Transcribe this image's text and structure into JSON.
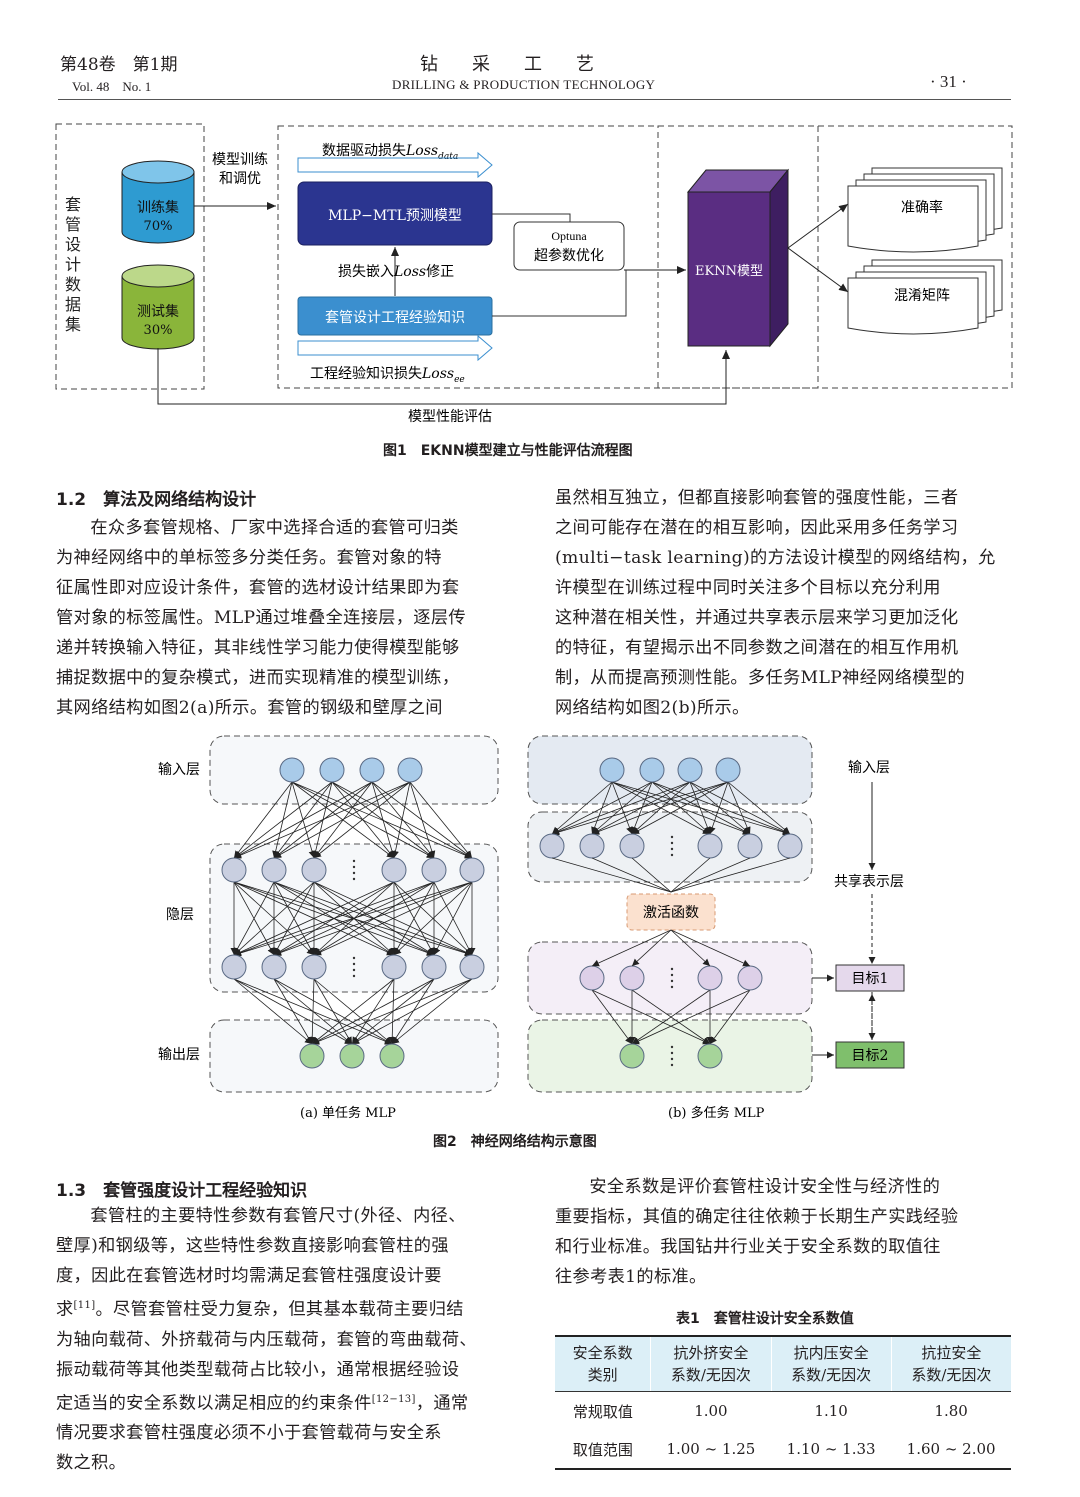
{
  "header": {
    "left_cn": "第48卷　第1期",
    "left_en": "Vol. 48　No. 1",
    "journal_cn": "钻采工艺",
    "journal_en": "DRILLING & PRODUCTION TECHNOLOGY",
    "page": "· 31 ·"
  },
  "fig1": {
    "dataset_label": "套管设计数据集",
    "train_set": "训练集",
    "train_pct": "70%",
    "test_set": "测试集",
    "test_pct": "30%",
    "train_tune_1": "模型训练",
    "train_tune_2": "和调优",
    "data_loss": "数据驱动损失",
    "loss_word": "Loss",
    "data_sub": "data",
    "mlp_model": "MLP−MTL预测模型",
    "loss_embed": "损失嵌入",
    "loss_embed_suffix": "修正",
    "knowledge": "套管设计工程经验知识",
    "ee_loss": "工程经验知识损失",
    "ee_sub": "ee",
    "optuna": "Optuna",
    "hyper_opt": "超参数优化",
    "eknn": "EKNN模型",
    "accuracy": "准确率",
    "confusion": "混淆矩阵",
    "eval": "模型性能评估",
    "caption": "图1　EKNN模型建立与性能评估流程图"
  },
  "sec12": {
    "heading": "1.2　算法及网络结构设计",
    "left_lines": [
      "在众多套管规格、厂家中选择合适的套管可归类",
      "为神经网络中的单标签多分类任务。套管对象的特",
      "征属性即对应设计条件，套管的选材设计结果即为套",
      "管对象的标签属性。MLP通过堆叠全连接层，逐层传",
      "递并转换输入特征，其非线性学习能力使得模型能够",
      "捕捉数据中的复杂模式，进而实现精准的模型训练，",
      "其网络结构如图2(a)所示。套管的钢级和壁厚之间"
    ],
    "right_lines": [
      "虽然相互独立，但都直接影响套管的强度性能，三者",
      "之间可能存在潜在的相互影响，因此采用多任务学习",
      "(multi−task learning)的方法设计模型的网络结构，允",
      "许模型在训练过程中同时关注多个目标以充分利用",
      "这种潜在相关性，并通过共享表示层来学习更加泛化",
      "的特征，有望揭示出不同参数之间潜在的相互作用机",
      "制，从而提高预测性能。多任务MLP神经网络模型的",
      "网络结构如图2(b)所示。"
    ]
  },
  "fig2": {
    "input_layer": "输入层",
    "hidden_layer": "隐层",
    "output_layer": "输出层",
    "input_layer_b": "输入层",
    "shared_layer": "共享表示层",
    "activation": "激活函数",
    "target1": "目标1",
    "target2": "目标2",
    "sub_a": "(a) 单任务 MLP",
    "sub_b": "(b) 多任务 MLP",
    "caption": "图2　神经网络结构示意图"
  },
  "sec13": {
    "heading": "1.3　套管强度设计工程经验知识",
    "left_lines": [
      "套管柱的主要特性参数有套管尺寸(外径、内径、",
      "壁厚)和钢级等，这些特性参数直接影响套管柱的强",
      "度，因此在套管选材时均需满足套管柱强度设计要"
    ],
    "ref1_pre": "求",
    "ref1": "[11]",
    "ref1_post": "。尽管套管柱受力复杂，但其基本载荷主要归结",
    "left_lines2": [
      "为轴向载荷、外挤载荷与内压载荷，套管的弯曲载荷、",
      "振动载荷等其他类型载荷占比较小，通常根据经验设"
    ],
    "ref2_pre": "定适当的安全系数以满足相应的约束条件",
    "ref2": "[12−13]",
    "ref2_post": "，通常",
    "left_lines3": [
      "情况要求套管柱强度必须不小于套管载荷与安全系",
      "数之积。"
    ],
    "right_lines": [
      "安全系数是评价套管柱设计安全性与经济性的",
      "重要指标，其值的确定往往依赖于长期生产实践经验",
      "和行业标准。我国钻井行业关于安全系数的取值往",
      "往参考表1的标准。"
    ]
  },
  "table1": {
    "caption": "表1　套管柱设计安全系数值",
    "headers": [
      [
        "安全系数",
        "类别"
      ],
      [
        "抗外挤安全",
        "系数/无因次"
      ],
      [
        "抗内压安全",
        "系数/无因次"
      ],
      [
        "抗拉安全",
        "系数/无因次"
      ]
    ],
    "rows": [
      [
        "常规取值",
        "1.00",
        "1.10",
        "1.80"
      ],
      [
        "取值范围",
        "1.00 ~ 1.25",
        "1.10 ~ 1.33",
        "1.60 ~ 2.00"
      ]
    ]
  },
  "colors": {
    "mlp_box": "#2b3590",
    "knowledge_box": "#3b8fcf",
    "eknn_box": "#5a2d82",
    "train_cyl": "#2e9bd1",
    "test_cyl": "#8ab53a",
    "node_blue": "#a9cbe9",
    "node_grey": "#c9cfe0",
    "node_green": "#a6d49a",
    "node_purple": "#ddd0e8",
    "table_header": "#dceff7"
  }
}
